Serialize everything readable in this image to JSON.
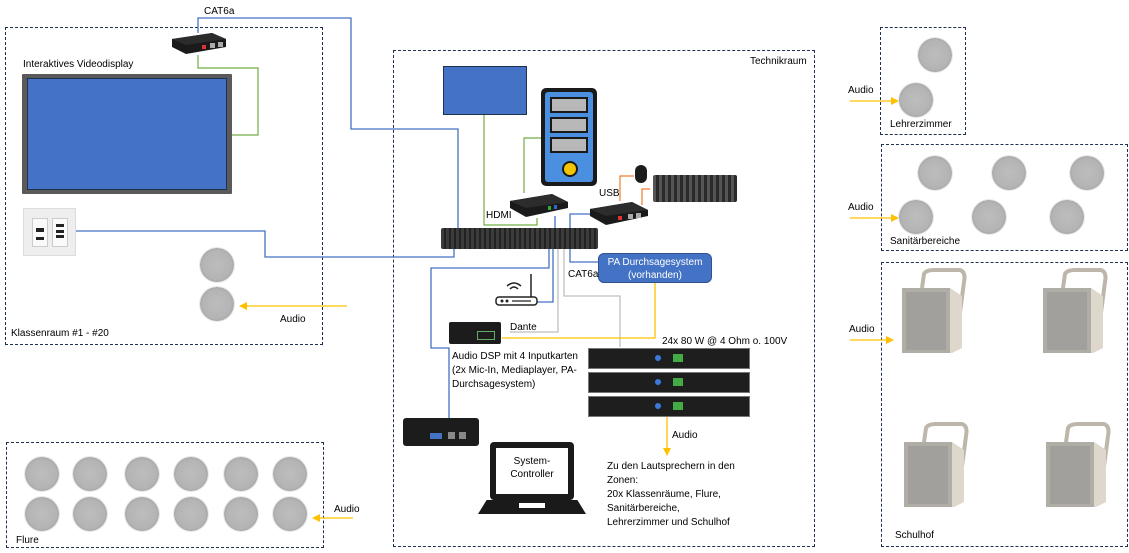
{
  "zones": {
    "classroom": "Klassenraum #1 - #20",
    "tech_room": "Technikraum",
    "teachers_room": "Lehrerzimmer",
    "sanitary": "Sanitärbereiche",
    "schoolyard": "Schulhof",
    "corridors": "Flure"
  },
  "labels": {
    "cat6a_top": "CAT6a",
    "video_display": "Interaktives Videodisplay",
    "audio_classroom": "Audio",
    "audio_teachers": "Audio",
    "audio_sanitary": "Audio",
    "audio_schoolyard": "Audio",
    "audio_corridors": "Audio",
    "audio_amps": "Audio",
    "hdmi": "HDMI",
    "usb": "USB",
    "cat6a_switch": "CAT6a",
    "dante": "Dante",
    "amplifier_spec": "24x 80 W @ 4 Ohm o. 100V",
    "dsp_description": "Audio DSP mit 4 Inputkarten (2x Mic-In, Mediaplayer, PA-Durchsagesystem)",
    "speaker_destinations": [
      "Zu den Lautsprechern in den Zonen:",
      "20x Klassenräume, Flure, Sanitärbereiche, Lehrerzimmer und Schulhof"
    ],
    "system_controller": [
      "System-",
      "Controller"
    ]
  },
  "pa_system": {
    "line1": "PA Durchsagesystem",
    "line2": "(vorhanden)"
  },
  "colors": {
    "network_cable": "#4472c4",
    "hdmi_cable": "#70ad47",
    "usb_cable": "#ed7d31",
    "audio_cable": "#ffc000",
    "dante_cable": "#bfbfbf",
    "display_fill": "#4472c4"
  },
  "counts": {
    "classroom_speakers": 2,
    "teachers_speakers": 2,
    "sanitary_speakers": 6,
    "schoolyard_speakers": 4,
    "corridor_speakers": 12,
    "amplifiers": 3
  }
}
